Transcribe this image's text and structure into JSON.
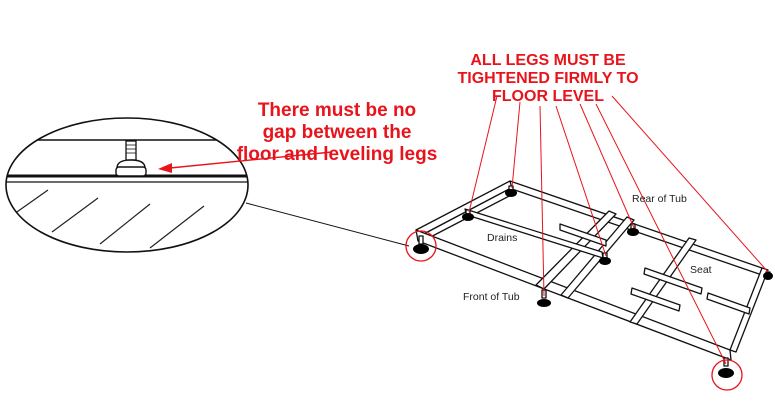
{
  "colors": {
    "callout_red": "#e8141c",
    "line_dark": "#111111",
    "foot_black": "#000000"
  },
  "callouts": {
    "gap_line1": "There must be no",
    "gap_line2": "gap between the",
    "gap_line3": "floor and leveling legs",
    "legs_line1": "ALL LEGS MUST BE",
    "legs_line2": "TIGHTENED FIRMLY TO",
    "legs_line3": "FLOOR LEVEL"
  },
  "labels": {
    "drains": "Drains",
    "rear": "Rear of Tub",
    "seat": "Seat",
    "front": "Front of Tub"
  }
}
